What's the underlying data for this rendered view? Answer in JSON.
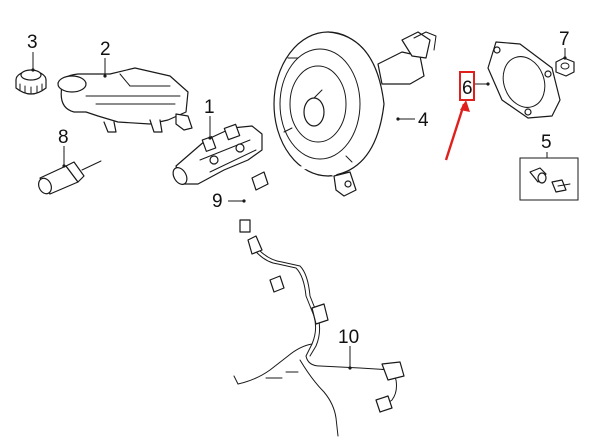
{
  "callouts": {
    "c1": "1",
    "c2": "2",
    "c3": "3",
    "c4": "4",
    "c5": "5",
    "c6": "6",
    "c7": "7",
    "c8": "8",
    "c9": "9",
    "c10": "10"
  },
  "colors": {
    "highlight": "#e0201c",
    "line": "#1a1a1a"
  }
}
